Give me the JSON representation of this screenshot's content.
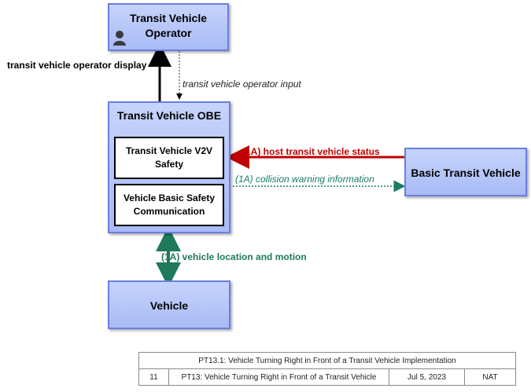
{
  "nodes": {
    "operator": {
      "title_line1": "Transit Vehicle",
      "title_line2": "Operator",
      "icon": "person-icon"
    },
    "obe": {
      "title": "Transit Vehicle OBE",
      "apps": [
        "Transit Vehicle V2V\nSafety",
        "Vehicle Basic Safety\nCommunication"
      ]
    },
    "basic_transit": {
      "title": "Basic Transit Vehicle"
    },
    "vehicle": {
      "title": "Vehicle"
    }
  },
  "flows": {
    "operator_display": "transit vehicle operator display",
    "operator_input": "transit vehicle operator input",
    "host_status": "(1A) host transit vehicle status",
    "collision_warning": "(1A) collision warning information",
    "location_motion": "(1A) vehicle location and motion"
  },
  "colors": {
    "box_fill": "#b4c4f8",
    "box_border": "#6b7fe0",
    "host_status": "#c00000",
    "collision_warning": "#1a7a6a",
    "location_motion": "#1e7a5a"
  },
  "footer": {
    "title": "PT13.1: Vehicle Turning Right in Front of a Transit Vehicle Implementation",
    "number": "11",
    "package": "PT13: Vehicle Turning Right in Front of a Transit Vehicle",
    "date": "Jul 5, 2023",
    "author": "NAT"
  }
}
